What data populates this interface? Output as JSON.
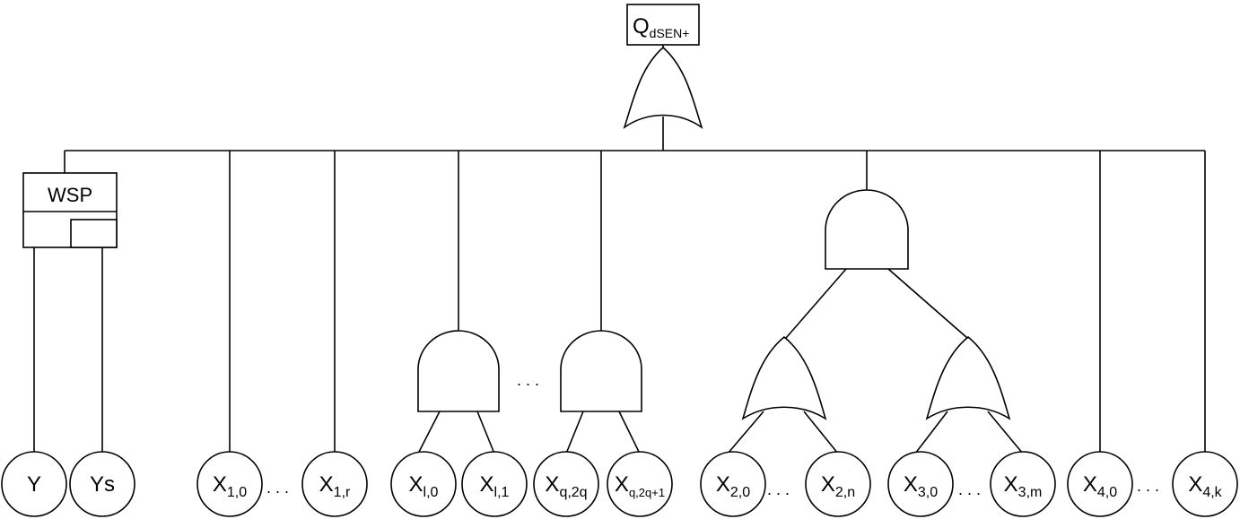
{
  "top_event": {
    "main": "Q",
    "sub": "dSEN+"
  },
  "wsp_label": "WSP",
  "dots": ". . .",
  "basic_events": [
    {
      "id": "y",
      "main": "Y",
      "sub": ""
    },
    {
      "id": "ys",
      "main": "Ys",
      "sub": ""
    },
    {
      "id": "x10",
      "main": "X",
      "sub": "1,0"
    },
    {
      "id": "x1r",
      "main": "X",
      "sub": "1,r"
    },
    {
      "id": "xl0",
      "main": "X",
      "sub": "l,0"
    },
    {
      "id": "xl1",
      "main": "X",
      "sub": "l,1"
    },
    {
      "id": "xq2q",
      "main": "X",
      "sub": "q,2q"
    },
    {
      "id": "xq2q1",
      "main": "X",
      "sub": "q,2q+1"
    },
    {
      "id": "x20",
      "main": "X",
      "sub": "2,0"
    },
    {
      "id": "x2n",
      "main": "X",
      "sub": "2,n"
    },
    {
      "id": "x30",
      "main": "X",
      "sub": "3,0"
    },
    {
      "id": "x3m",
      "main": "X",
      "sub": "3,m"
    },
    {
      "id": "x40",
      "main": "X",
      "sub": "4,0"
    },
    {
      "id": "x4k",
      "main": "X",
      "sub": "4,k"
    }
  ]
}
